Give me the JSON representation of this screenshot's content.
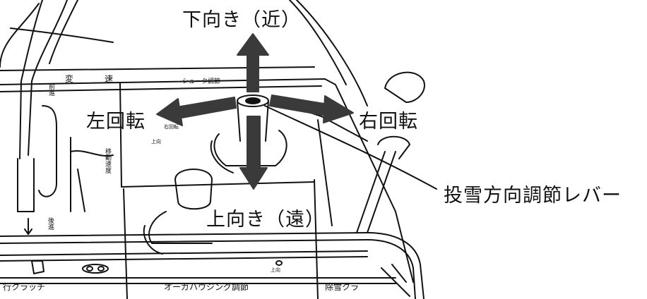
{
  "labels": {
    "down_near": "下向き（近）",
    "up_far": "上向き（遠）",
    "rotate_left": "左回転",
    "rotate_right": "右回転",
    "lever_name": "投雪方向調節レバー"
  },
  "panel_text": {
    "speed_a": "変",
    "speed_b": "速",
    "chute_adjust": "シュータ調節",
    "forward": "前進",
    "reverse": "後進",
    "travel_speed": "移動速度",
    "right_rotate_small": "右回転",
    "up_small_left": "上向",
    "up_small_bottom": "上向",
    "travel_clutch": "行クラッチ",
    "auger_housing_adjust": "オーガハウジング調節",
    "snow_clutch": "除雪クラ"
  },
  "colors": {
    "ink": "#111111",
    "arrow": "#3a3a3a",
    "background": "#ffffff"
  }
}
